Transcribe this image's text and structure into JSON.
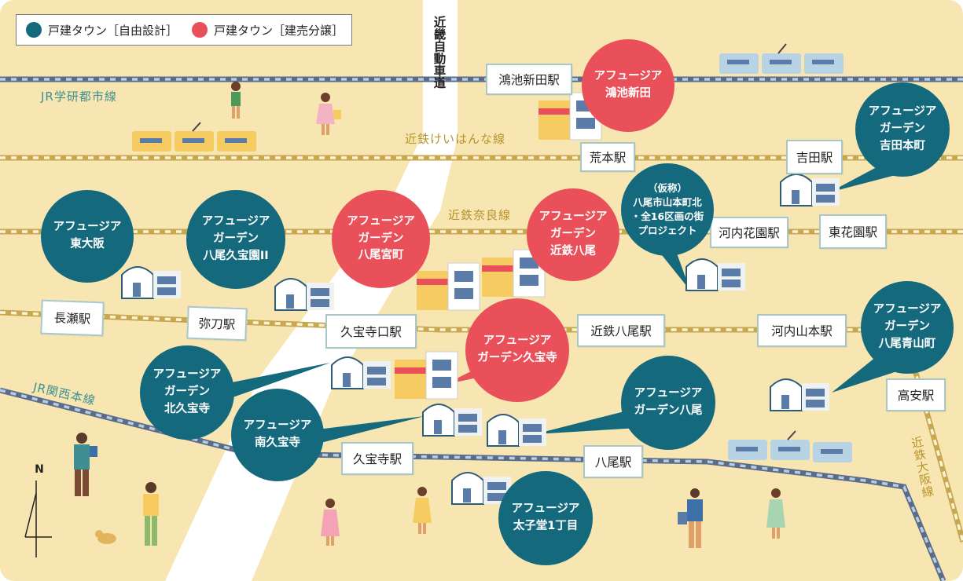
{
  "legend": {
    "custom": {
      "label": "戸建タウン［自由設計］",
      "color": "#15697d"
    },
    "ready_built": {
      "label": "戸建タウン［建売分譲］",
      "color": "#e9505a"
    }
  },
  "lines": {
    "jr_gakkentoshi": "JR学研都市線",
    "kintetsu_keihanna": "近鉄けいはんな線",
    "kintetsu_nara": "近鉄奈良線",
    "jr_kansai": "JR関西本線",
    "kintetsu_osaka": "近鉄大阪線",
    "expressway": "近畿自動車道"
  },
  "stations": {
    "konoike_shinden": "鴻池新田駅",
    "aramoto": "荒本駅",
    "yoshida": "吉田駅",
    "kawachi_hanazono": "河内花園駅",
    "higashi_hanazono": "東花園駅",
    "nagase": "長瀬駅",
    "mito": "弥刀駅",
    "kyuhoji_guchi": "久宝寺口駅",
    "kintetsu_yao": "近鉄八尾駅",
    "kawachi_yamamoto": "河内山本駅",
    "takayasu": "高安駅",
    "kyuhoji": "久宝寺駅",
    "yao": "八尾駅"
  },
  "properties": {
    "konoike": [
      "アフュージア",
      "鴻池新田"
    ],
    "yoshida_honmachi": [
      "アフュージア",
      "ガーデン",
      "吉田本町"
    ],
    "higashiosaka": [
      "アフュージア",
      "東大阪"
    ],
    "yao_kyuhoen": [
      "アフュージア",
      "ガーデン",
      "八尾久宝園II"
    ],
    "yao_miyamachi": [
      "アフュージア",
      "ガーデン",
      "八尾宮町"
    ],
    "kintetsu_yao": [
      "アフュージア",
      "ガーデン",
      "近鉄八尾"
    ],
    "project": [
      "（仮称）",
      "八尾市山本町北",
      "・全16区画の街",
      "プロジェクト"
    ],
    "yao_aoyama": [
      "アフュージア",
      "ガーデン",
      "八尾青山町"
    ],
    "kyuhoji_garden": [
      "アフュージア",
      "ガーデン久宝寺"
    ],
    "kita_kyuhoji": [
      "アフュージア",
      "ガーデン",
      "北久宝寺"
    ],
    "minami_kyuhoji": [
      "アフュージア",
      "南久宝寺"
    ],
    "garden_yao": [
      "アフュージア",
      "ガーデン八尾"
    ],
    "taishido": [
      "アフュージア",
      "太子堂1丁目"
    ]
  },
  "compass": {
    "north": "N"
  }
}
